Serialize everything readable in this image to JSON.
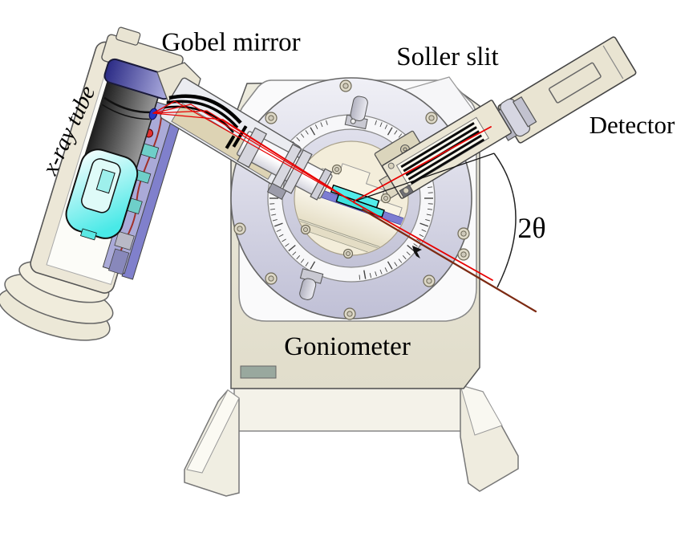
{
  "labels": {
    "xray_tube": "x-ray tube",
    "gobel_mirror": "Gobel mirror",
    "soller_slit": "Soller slit",
    "detector": "Detector",
    "goniometer": "Goniometer",
    "angle": "2θ"
  },
  "colors": {
    "beam": "#e80000",
    "transmitted_beam": "#7c2a12",
    "sample": "#49e9e7",
    "sample_holder": "#7d7dd2",
    "housing_beige": "#e8e5d6",
    "dial_ring_lavender": "#c9c9dc"
  }
}
